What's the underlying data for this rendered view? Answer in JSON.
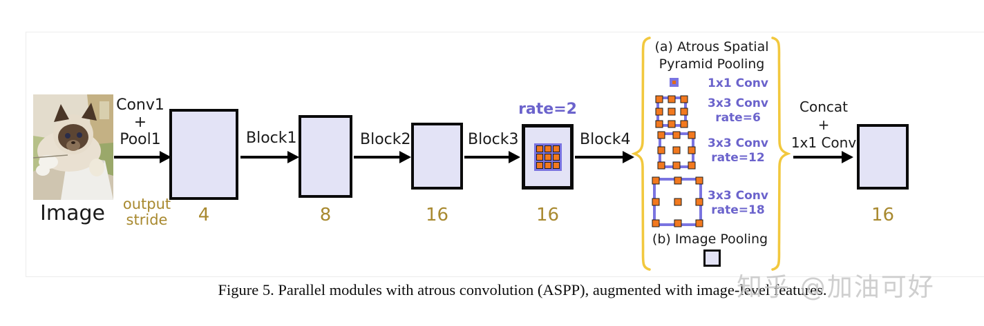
{
  "colors": {
    "block_fill": "#e3e3f6",
    "block_border": "#0a0a0a",
    "stride_text": "#a8892f",
    "conv_label_purple": "#6b63cc",
    "kernel_purple": "#7a74e0",
    "kernel_orange": "#f2791f",
    "brace_gold": "#f2c83e"
  },
  "pipeline": {
    "image_label": "Image",
    "conv1_lines": [
      "Conv1",
      "+",
      "Pool1"
    ],
    "output_stride_lines": [
      "output",
      "stride"
    ],
    "arrow_labels": [
      "Block1",
      "Block2",
      "Block3",
      "Block4"
    ],
    "strides": [
      "4",
      "8",
      "16",
      "16"
    ],
    "rate_label": "rate=2"
  },
  "aspp": {
    "title_line1": "(a) Atrous Spatial",
    "title_line2": "Pyramid Pooling",
    "conv_labels": [
      {
        "l1": "1x1 Conv",
        "l2": ""
      },
      {
        "l1": "3x3 Conv",
        "l2": "rate=6"
      },
      {
        "l1": "3x3 Conv",
        "l2": "rate=12"
      },
      {
        "l1": "3x3 Conv",
        "l2": "rate=18"
      }
    ],
    "image_pooling_label": "(b) Image Pooling"
  },
  "output": {
    "concat_lines": [
      "Concat",
      "+",
      "1x1 Conv"
    ],
    "stride": "16"
  },
  "caption": "Figure 5. Parallel modules with atrous convolution (ASPP), augmented with image-level features.",
  "watermark": "知乎 @加油可好"
}
